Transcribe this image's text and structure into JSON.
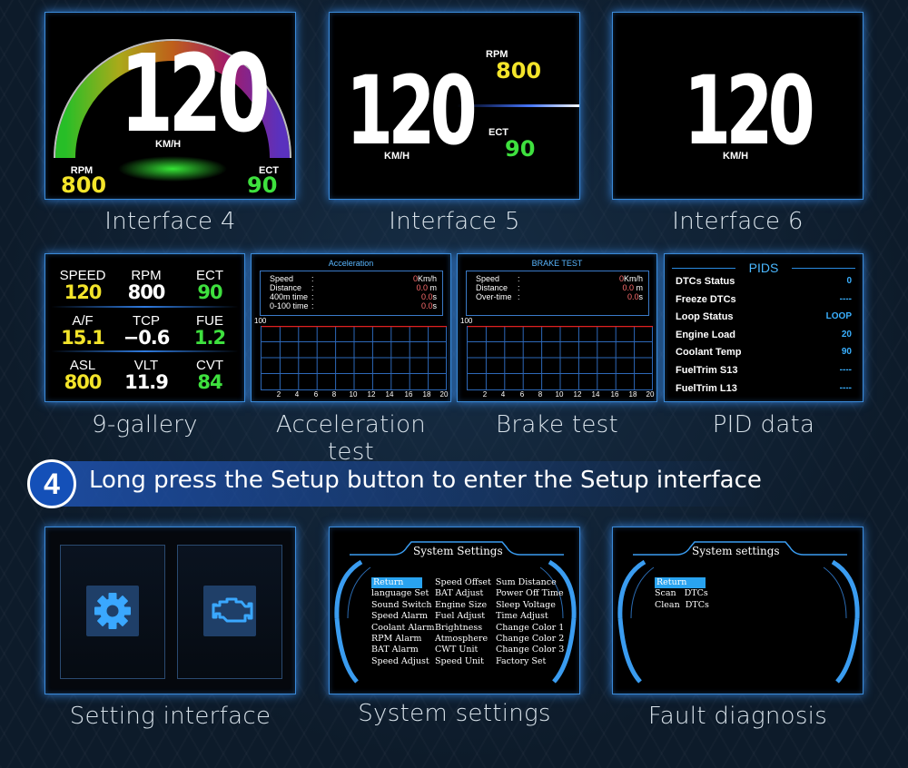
{
  "interface4": {
    "speed": "120",
    "unit": "KM/H",
    "rpm_label": "RPM",
    "rpm": "800",
    "ect_label": "ECT",
    "ect": "90",
    "caption": "Interface 4"
  },
  "interface5": {
    "speed": "120",
    "unit": "KM/H",
    "rpm_label": "RPM",
    "rpm": "800",
    "ect_label": "ECT",
    "ect": "90",
    "caption": "Interface 5"
  },
  "interface6": {
    "speed": "120",
    "unit": "KM/H",
    "caption": "Interface 6"
  },
  "gallery9": {
    "caption": "9-gallery",
    "cells": [
      {
        "label": "SPEED",
        "value": "120",
        "color": "#f3e42a"
      },
      {
        "label": "RPM",
        "value": "800",
        "color": "#ffffff"
      },
      {
        "label": "ECT",
        "value": "90",
        "color": "#3ee03e"
      },
      {
        "label": "A/F",
        "value": "15.1",
        "color": "#f3e42a"
      },
      {
        "label": "TCP",
        "value": "−0.6",
        "color": "#ffffff"
      },
      {
        "label": "FUE",
        "value": "1.2",
        "color": "#3ee03e"
      },
      {
        "label": "ASL",
        "value": "800",
        "color": "#f3e42a"
      },
      {
        "label": "VLT",
        "value": "11.9",
        "color": "#ffffff"
      },
      {
        "label": "CVT",
        "value": "84",
        "color": "#3ee03e"
      }
    ]
  },
  "accel": {
    "title": "Acceleration",
    "caption": "Acceleration test",
    "rows": [
      {
        "name": "Speed",
        "colon": ":",
        "value": "0",
        "unit": "Km/h"
      },
      {
        "name": "Distance",
        "colon": ":",
        "value": "0.0",
        "unit": " m"
      },
      {
        "name": "400m time",
        "colon": ":",
        "value": "0.0",
        "unit": "s"
      },
      {
        "name": "0-100 time",
        "colon": ":",
        "value": "0.0",
        "unit": "s"
      }
    ],
    "ymax": "100",
    "xticks": [
      "2",
      "4",
      "6",
      "8",
      "10",
      "12",
      "14",
      "16",
      "18",
      "20"
    ]
  },
  "brake": {
    "title": "BRAKE TEST",
    "caption": "Brake test",
    "rows": [
      {
        "name": "Speed",
        "colon": ":",
        "value": "0",
        "unit": "Km/h"
      },
      {
        "name": "Distance",
        "colon": ":",
        "value": "0.0",
        "unit": " m"
      },
      {
        "name": "Over-time",
        "colon": ":",
        "value": "0.0",
        "unit": "s"
      }
    ],
    "ymax": "100",
    "xticks": [
      "2",
      "4",
      "6",
      "8",
      "10",
      "12",
      "14",
      "16",
      "18",
      "20"
    ]
  },
  "pids": {
    "title": "PIDS",
    "caption": "PID data",
    "rows": [
      {
        "name": "DTCs Status",
        "value": "0"
      },
      {
        "name": "Freeze DTCs",
        "value": "----"
      },
      {
        "name": "Loop Status",
        "value": "LOOP"
      },
      {
        "name": "Engine Load",
        "value": "20"
      },
      {
        "name": "Coolant Temp",
        "value": "90"
      },
      {
        "name": "FuelTrim S13",
        "value": "----"
      },
      {
        "name": "FuelTrim L13",
        "value": "----"
      }
    ]
  },
  "step": {
    "number": "4",
    "text": "Long press the Setup button to enter the Setup interface"
  },
  "setting": {
    "caption": "Setting interface"
  },
  "system": {
    "title": "System Settings",
    "caption": "System settings",
    "col1": [
      "Return",
      "language Set",
      "Sound Switch",
      "Speed Alarm",
      "Coolant Alarm",
      "RPM Alarm",
      "BAT Alarm",
      "Speed Adjust"
    ],
    "col2": [
      "Speed Offset",
      "BAT Adjust",
      "Engine Size",
      "Fuel Adjust",
      "Brightness",
      "Atmosphere",
      "CWT Unit",
      "Speed Unit"
    ],
    "col3": [
      "Sum Distance",
      "Power Off Time",
      "Sleep Voltage",
      "Time Adjust",
      "Change Color 1",
      "Change Color 2",
      "Change Color 3",
      "Factory Set"
    ]
  },
  "fault": {
    "title": "System settings",
    "caption": "Fault diagnosis",
    "items": [
      "Return",
      "Scan   DTCs",
      "Clean  DTCs"
    ]
  }
}
